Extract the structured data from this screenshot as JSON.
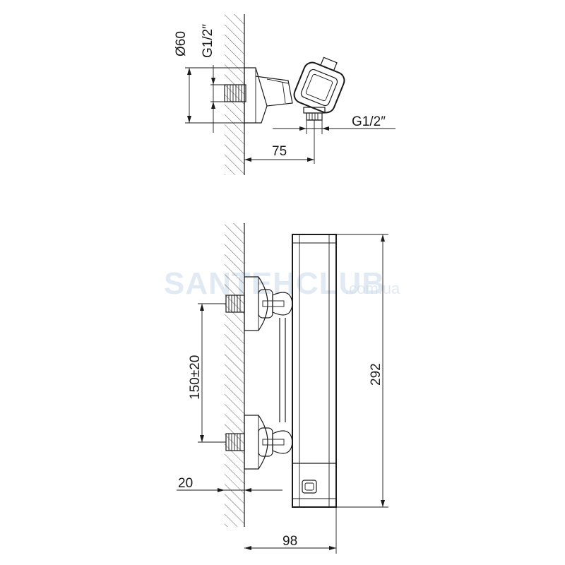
{
  "top_view": {
    "diameter_label": "Ø60",
    "thread_label_vertical": "G1/2″",
    "thread_label_outlet": "G1/2″",
    "depth_label": "75"
  },
  "front_view": {
    "height_label": "292",
    "spacing_label": "150±20",
    "wall_offset_label": "20",
    "depth_label": "98"
  },
  "watermark": {
    "brand": "SANTEHCLUB",
    "domain": ".com.ua"
  },
  "colors": {
    "line": "#1a1a1a",
    "watermark": "#c9d9e8",
    "background": "#ffffff"
  }
}
